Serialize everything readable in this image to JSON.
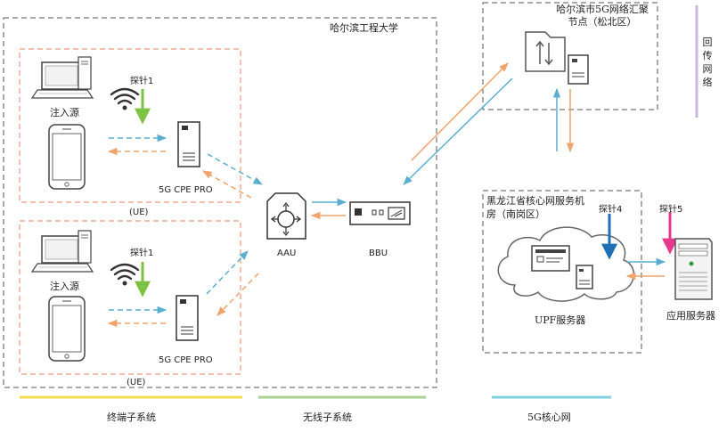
{
  "regions": {
    "campus": "哈尔滨工程大学",
    "aggregation_node": "哈尔滨市5G网络汇聚节点（松北区）",
    "core_room": "黑龙江省核心网服务机房（南岗区）",
    "backhaul": "回传网络"
  },
  "devices": {
    "source_top": "注入源",
    "source_bottom": "注入源",
    "cpe_top": "5G CPE PRO",
    "cpe_bottom": "5G CPE PRO",
    "ue_top": "(UE)",
    "ue_bottom": "(UE)",
    "aau": "AAU",
    "bbu": "BBU",
    "upf": "UPF服务器",
    "app_server": "应用服务器"
  },
  "probes": {
    "p1_top": "探针1",
    "p1_bottom": "探针1",
    "p4": "探针4",
    "p5": "探针5"
  },
  "subsystems": {
    "terminal": "终端子系统",
    "wireless": "无线子系统",
    "core": "5G核心网"
  },
  "colors": {
    "uplink": "#5aaed0",
    "downlink": "#f0a36a",
    "probe1": "#7cc243",
    "probe4": "#1f6fb5",
    "probe5": "#e8388d",
    "ue_box": "#e8815f",
    "terminal_bar": "#f2dc50",
    "wireless_bar": "#a9d08e",
    "core_bar": "#7fd0df",
    "backhaul_bar": "#c9b8d8"
  }
}
